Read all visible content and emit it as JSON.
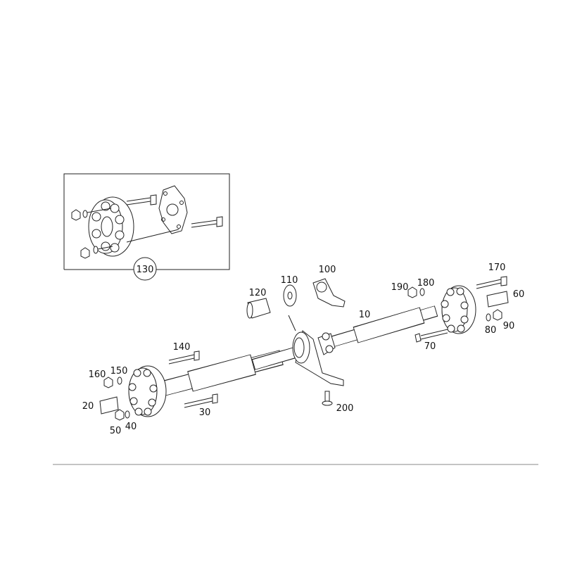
{
  "diagram": {
    "title": "Propeller shaft assembly",
    "inset_callout": "130",
    "callouts": {
      "p10": "10",
      "p20": "20",
      "p30": "30",
      "p40": "40",
      "p50": "50",
      "p60": "60",
      "p70": "70",
      "p80": "80",
      "p90": "90",
      "p100": "100",
      "p110": "110",
      "p120": "120",
      "p140": "140",
      "p150": "150",
      "p160": "160",
      "p170": "170",
      "p180": "180",
      "p190": "190",
      "p200": "200"
    }
  }
}
